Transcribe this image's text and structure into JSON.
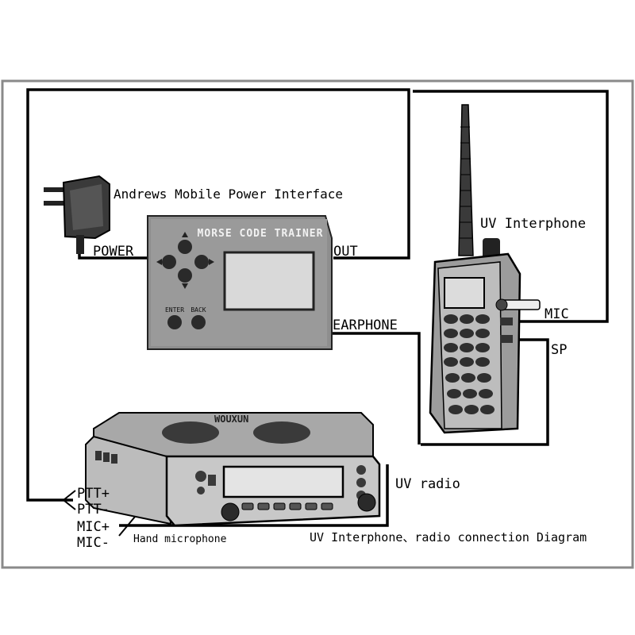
{
  "labels": {
    "power_interface": "Andrews Mobile Power Interface",
    "power": "POWER",
    "out": "OUT",
    "earphone": "EARPHONE",
    "uv_interphone": "UV Interphone",
    "mic": "MIC",
    "sp": "SP",
    "uv_radio": "UV radio",
    "ptt_plus": "PTT+",
    "ptt_minus": "PTT-",
    "mic_plus": "MIC+",
    "mic_minus": "MIC-",
    "hand_microphone": "Hand microphone",
    "caption": "UV Interphone、radio connection Diagram"
  },
  "trainer": {
    "title": "MORSE CODE TRAINER",
    "enter": "ENTER",
    "back": "BACK"
  },
  "radio_brand": "WOUXUN"
}
